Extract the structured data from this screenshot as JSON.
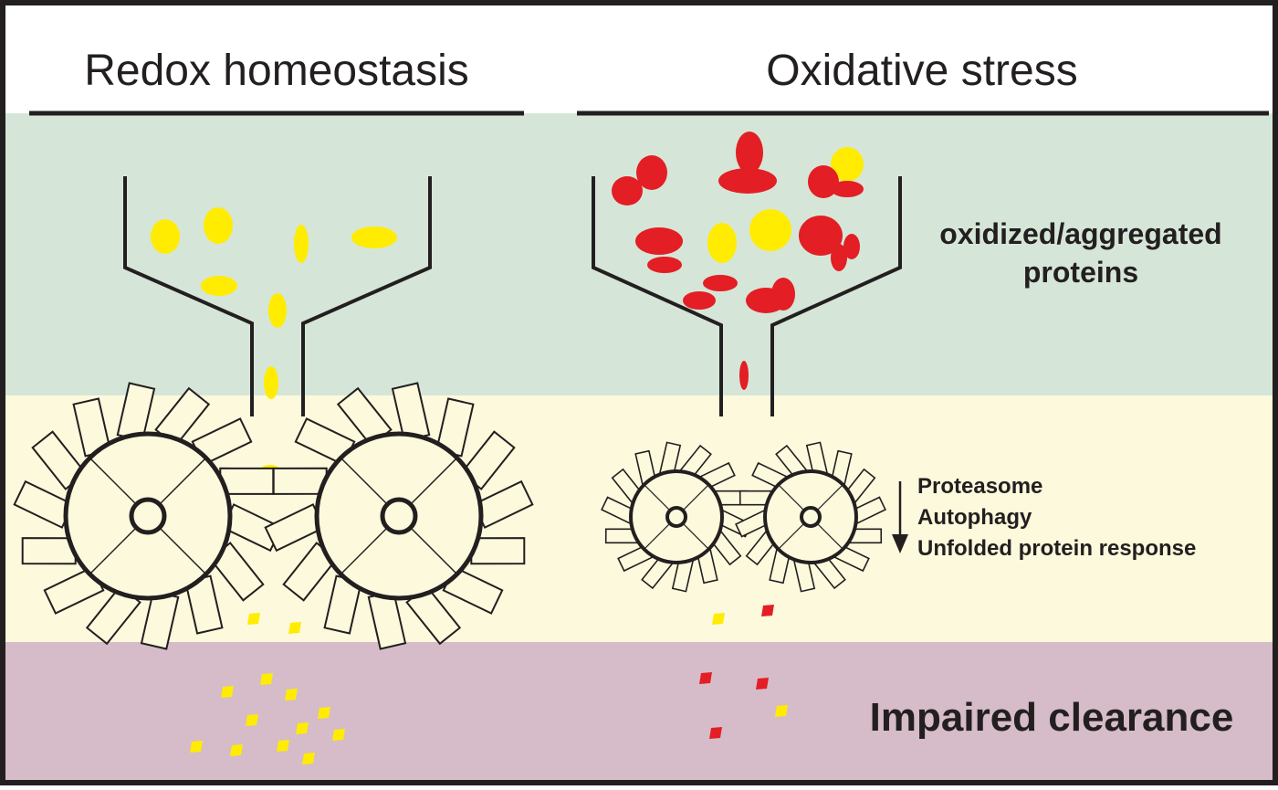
{
  "panels": {
    "left_title": "Redox homeostasis",
    "right_title": "Oxidative stress"
  },
  "labels": {
    "proteins_line1": "oxidized/aggregated",
    "proteins_line2": "proteins",
    "pathways": [
      "Proteasome",
      "Autophagy",
      "Unfolded protein response"
    ],
    "clearance": "Impaired clearance"
  },
  "colors": {
    "healthy_protein": "#ffec00",
    "oxidized_protein": "#e31e24",
    "band_top": "#d5e6d8",
    "band_middle": "#fcf9dc",
    "band_bottom": "#d5bcc8",
    "line": "#231f20"
  }
}
